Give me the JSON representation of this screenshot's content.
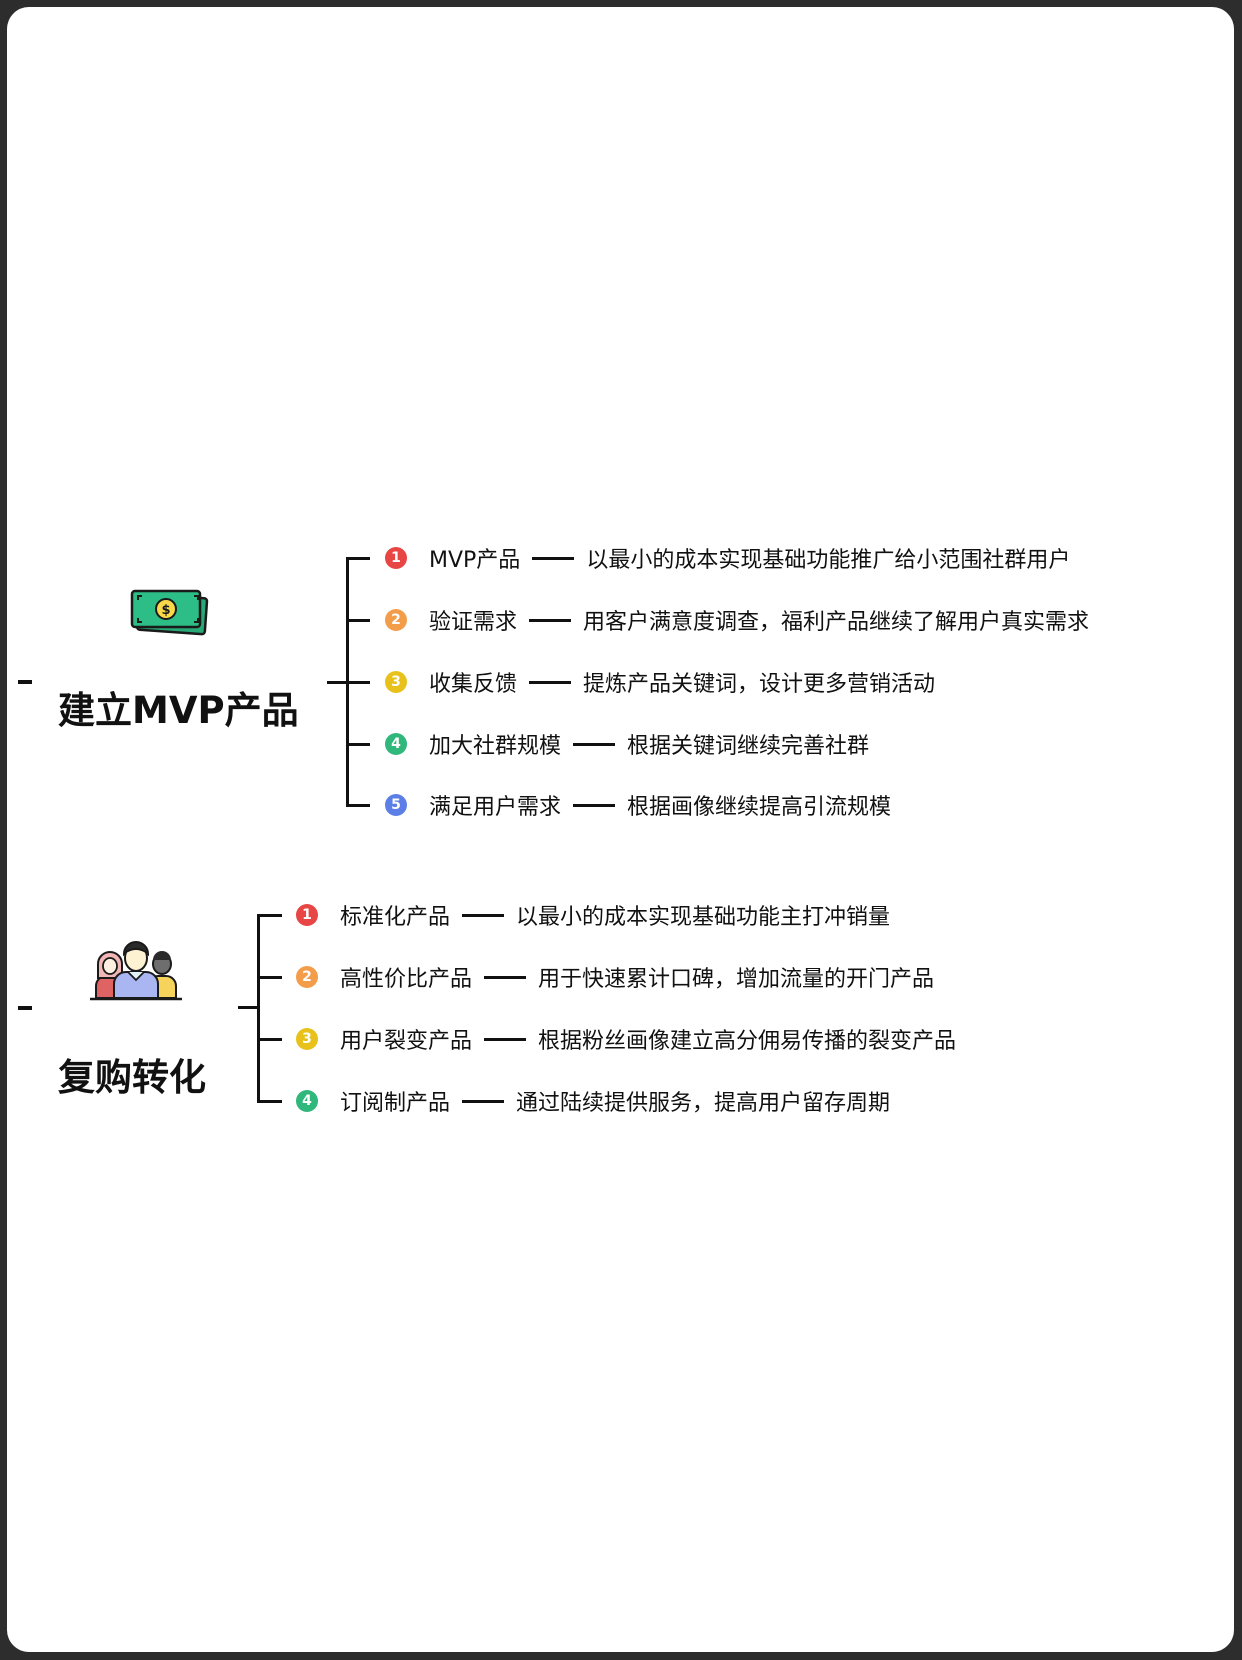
{
  "colors": {
    "frame": "#2d2d2d",
    "background": "#ffffff",
    "badge_1": "#e84545",
    "badge_2": "#f39c4a",
    "badge_3": "#e8c21a",
    "badge_4": "#2fb77c",
    "badge_5": "#5b7fe6",
    "money_green": "#2dbd86",
    "coin_yellow": "#f9d94a"
  },
  "sections": [
    {
      "title": "建立MVP产品",
      "icon": "money-bill-icon",
      "items": [
        {
          "num": "1",
          "label": "MVP产品",
          "desc": "以最小的成本实现基础功能推广给小范围社群用户"
        },
        {
          "num": "2",
          "label": "验证需求",
          "desc": "用客户满意度调查，福利产品继续了解用户真实需求"
        },
        {
          "num": "3",
          "label": "收集反馈",
          "desc": "提炼产品关键词，设计更多营销活动"
        },
        {
          "num": "4",
          "label": "加大社群规模",
          "desc": "根据关键词继续完善社群"
        },
        {
          "num": "5",
          "label": "满足用户需求",
          "desc": "根据画像继续提高引流规模"
        }
      ]
    },
    {
      "title": "复购转化",
      "icon": "user-group-icon",
      "items": [
        {
          "num": "1",
          "label": "标准化产品",
          "desc": "以最小的成本实现基础功能主打冲销量"
        },
        {
          "num": "2",
          "label": "高性价比产品",
          "desc": "用于快速累计口碑，增加流量的开门产品"
        },
        {
          "num": "3",
          "label": "用户裂变产品",
          "desc": "根据粉丝画像建立高分佣易传播的裂变产品"
        },
        {
          "num": "4",
          "label": "订阅制产品",
          "desc": "通过陆续提供服务，提高用户留存周期"
        }
      ]
    }
  ]
}
